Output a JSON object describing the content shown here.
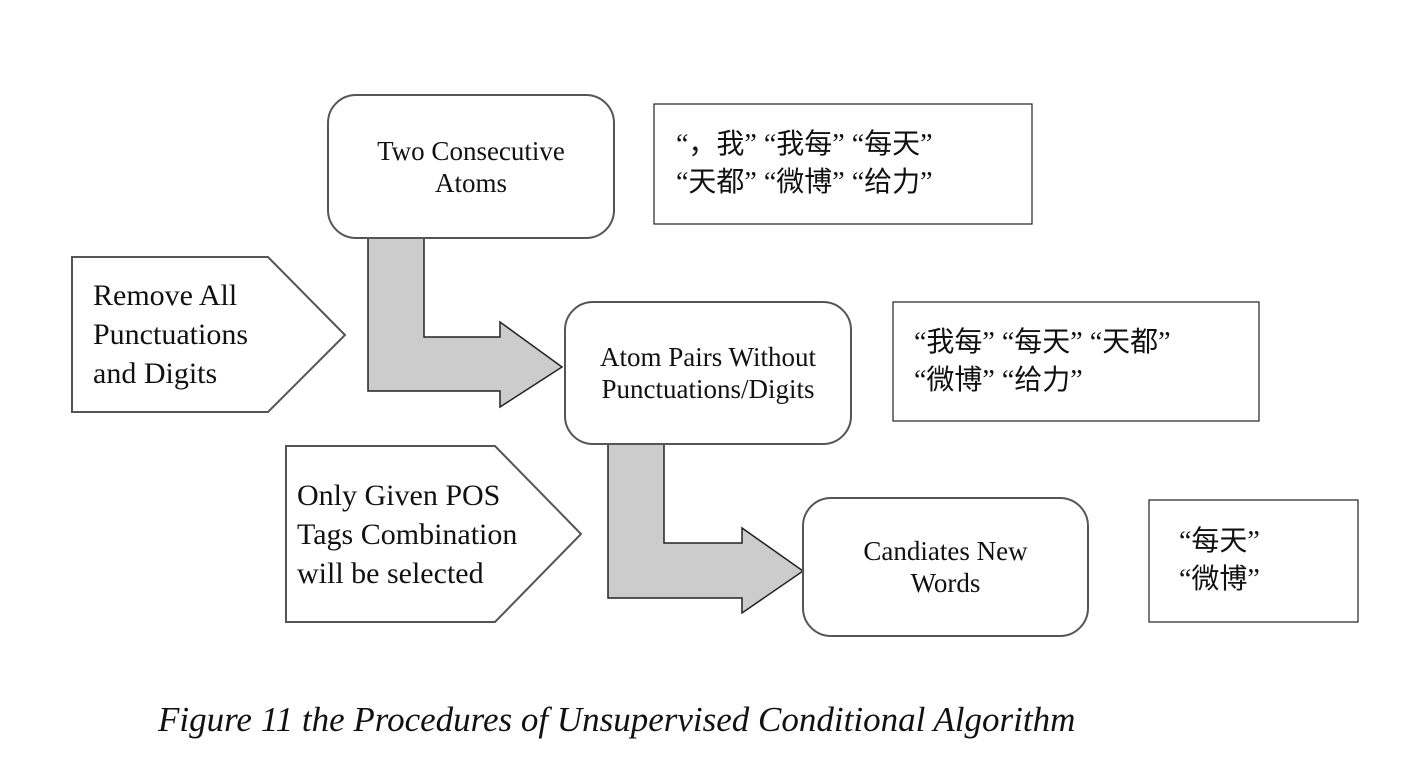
{
  "figure": {
    "caption": "Figure 11 the Procedures of Unsupervised Conditional Algorithm"
  },
  "steps": [
    {
      "lines": [
        "Two Consecutive",
        "Atoms"
      ]
    },
    {
      "lines": [
        "Atom Pairs Without",
        "Punctuations/Digits"
      ]
    },
    {
      "lines": [
        "Candiates New",
        "Words"
      ]
    }
  ],
  "examples": [
    {
      "lines": [
        "“，我” “我每” “每天”",
        "“天都” “微博” “给力”"
      ]
    },
    {
      "lines": [
        "“我每” “每天” “天都”",
        "“微博” “给力”"
      ]
    },
    {
      "lines": [
        "“每天”",
        "“微博”"
      ]
    }
  ],
  "conditions": [
    {
      "lines": [
        "Remove All",
        "Punctuations",
        "and Digits"
      ]
    },
    {
      "lines": [
        "Only Given POS",
        "Tags Combination",
        "will be selected"
      ]
    }
  ],
  "colors": {
    "arrow_fill": "#cccccc",
    "stroke": "#222222",
    "box_stroke": "#555555",
    "text": "#111111"
  }
}
